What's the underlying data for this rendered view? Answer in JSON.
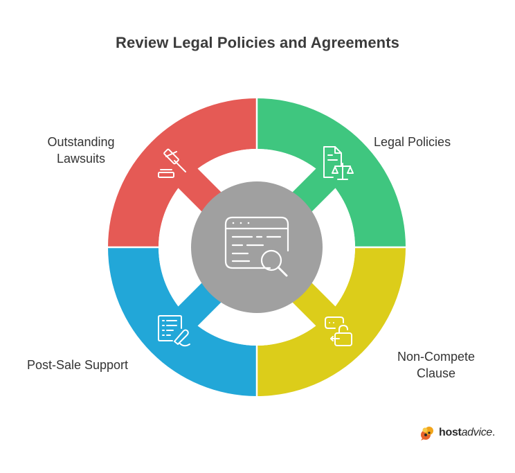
{
  "title": "Review Legal Policies and Agreements",
  "segments": [
    {
      "label_lines": [
        "Outstanding",
        "Lawsuits"
      ],
      "color": "#e55a55",
      "icon": "gavel-icon"
    },
    {
      "label_lines": [
        "Legal Policies"
      ],
      "color": "#3fc67f",
      "icon": "legal-document-scales-icon"
    },
    {
      "label_lines": [
        "Non-Compete",
        "Clause"
      ],
      "color": "#dccd1a",
      "icon": "chat-lock-icon"
    },
    {
      "label_lines": [
        "Post-Sale Support"
      ],
      "color": "#22a7d8",
      "icon": "checklist-pen-icon"
    }
  ],
  "center": {
    "color": "#a0a0a0",
    "icon": "browser-search-icon"
  },
  "logo": {
    "bold": "host",
    "italic": "advice",
    "dot": "."
  }
}
